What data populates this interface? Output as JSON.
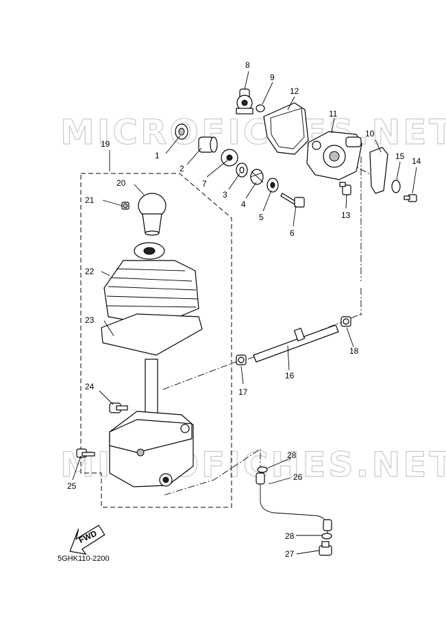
{
  "watermark": "MICROFICHES.NET",
  "diagram_code": "5GHK110-2200",
  "fwd_label": "FWD",
  "callouts": [
    {
      "id": "c1",
      "label": "1"
    },
    {
      "id": "c2",
      "label": "2"
    },
    {
      "id": "c3",
      "label": "3"
    },
    {
      "id": "c4",
      "label": "4"
    },
    {
      "id": "c5",
      "label": "5"
    },
    {
      "id": "c6",
      "label": "6"
    },
    {
      "id": "c7",
      "label": "7"
    },
    {
      "id": "c8",
      "label": "8"
    },
    {
      "id": "c9",
      "label": "9"
    },
    {
      "id": "c10",
      "label": "10"
    },
    {
      "id": "c11",
      "label": "11"
    },
    {
      "id": "c12",
      "label": "12"
    },
    {
      "id": "c13",
      "label": "13"
    },
    {
      "id": "c14",
      "label": "14"
    },
    {
      "id": "c15",
      "label": "15"
    },
    {
      "id": "c16",
      "label": "16"
    },
    {
      "id": "c17",
      "label": "17"
    },
    {
      "id": "c18",
      "label": "18"
    },
    {
      "id": "c19",
      "label": "19"
    },
    {
      "id": "c20",
      "label": "20"
    },
    {
      "id": "c21",
      "label": "21"
    },
    {
      "id": "c22",
      "label": "22"
    },
    {
      "id": "c23",
      "label": "23"
    },
    {
      "id": "c24",
      "label": "24"
    },
    {
      "id": "c25",
      "label": "25"
    },
    {
      "id": "c26",
      "label": "26"
    },
    {
      "id": "c27",
      "label": "27"
    },
    {
      "id": "c28a",
      "label": "28"
    },
    {
      "id": "c28b",
      "label": "28"
    }
  ]
}
